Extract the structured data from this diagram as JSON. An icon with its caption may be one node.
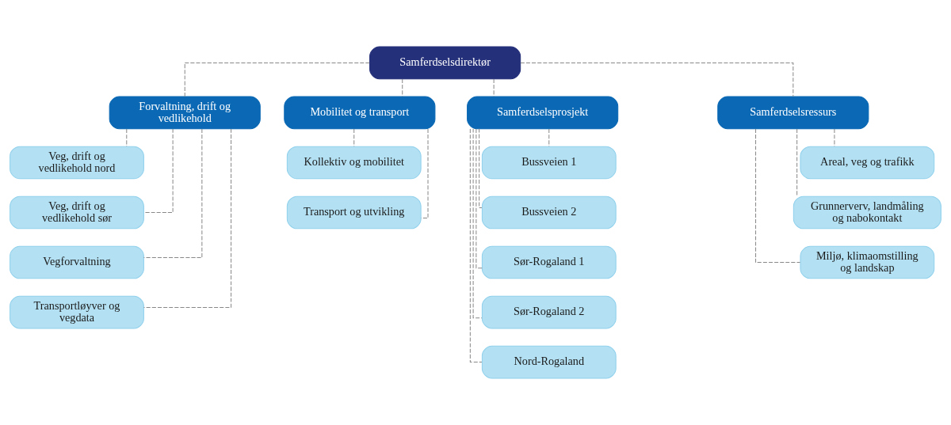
{
  "diagram": {
    "nodes": [
      {
        "text": [
          "Samferdselsdirektør"
        ]
      },
      {
        "text": [
          "Forvaltning, drift og vedlikehold"
        ]
      },
      {
        "text": [
          "Mobilitet og transport"
        ]
      },
      {
        "text": [
          "Samferdselsprosjekt"
        ]
      },
      {
        "text": [
          "Samferdselsressurs"
        ]
      },
      {
        "text": [
          "Veg, drift og vedlikehold nord"
        ]
      },
      {
        "text": [
          "Veg, drift og vedlikehold sør"
        ]
      },
      {
        "text": [
          "Vegforvaltning"
        ]
      },
      {
        "text": [
          "Transportløyver og vegdata"
        ]
      },
      {
        "text": [
          "Kollektiv og mobilitet"
        ]
      },
      {
        "text": [
          "Transport og utvikling"
        ]
      },
      {
        "text": [
          "Bussveien 1"
        ]
      },
      {
        "text": [
          "Bussveien 2"
        ]
      },
      {
        "text": [
          "Sør-Rogaland 1"
        ]
      },
      {
        "text": [
          "Sør-Rogaland 2"
        ]
      },
      {
        "text": [
          "Nord-Rogaland"
        ]
      },
      {
        "text": [
          "Areal, veg og trafikk"
        ]
      },
      {
        "text": [
          "Grunnerverv, landmåling og nabokontakt"
        ]
      },
      {
        "text": [
          "Miljø, klimaomstilling og landskap"
        ]
      }
    ],
    "edges": [
      {
        "from": 0,
        "to": 1,
        "arrow": "none",
        "style": "dashed"
      },
      {
        "from": 0,
        "to": 2,
        "arrow": "none",
        "style": "dashed"
      },
      {
        "from": 0,
        "to": 3,
        "arrow": "none",
        "style": "dashed"
      },
      {
        "from": 0,
        "to": 4,
        "arrow": "none",
        "style": "dashed"
      },
      {
        "from": 1,
        "to": 5,
        "arrow": "none",
        "style": "dashed"
      },
      {
        "from": 1,
        "to": 6,
        "arrow": "none",
        "style": "dashed"
      },
      {
        "from": 1,
        "to": 7,
        "arrow": "none",
        "style": "dashed"
      },
      {
        "from": 1,
        "to": 8,
        "arrow": "none",
        "style": "dashed"
      },
      {
        "from": 2,
        "to": 9,
        "arrow": "none",
        "style": "dashed"
      },
      {
        "from": 2,
        "to": 10,
        "arrow": "none",
        "style": "dashed"
      },
      {
        "from": 3,
        "to": 11,
        "arrow": "none",
        "style": "dashed"
      },
      {
        "from": 3,
        "to": 12,
        "arrow": "none",
        "style": "dashed"
      },
      {
        "from": 3,
        "to": 13,
        "arrow": "none",
        "style": "dashed"
      },
      {
        "from": 3,
        "to": 14,
        "arrow": "none",
        "style": "dashed"
      },
      {
        "from": 3,
        "to": 15,
        "arrow": "none",
        "style": "dashed"
      },
      {
        "from": 4,
        "to": 16,
        "arrow": "none",
        "style": "dashed"
      },
      {
        "from": 4,
        "to": 17,
        "arrow": "none",
        "style": "dashed"
      },
      {
        "from": 4,
        "to": 18,
        "arrow": "none",
        "style": "dashed"
      }
    ]
  }
}
